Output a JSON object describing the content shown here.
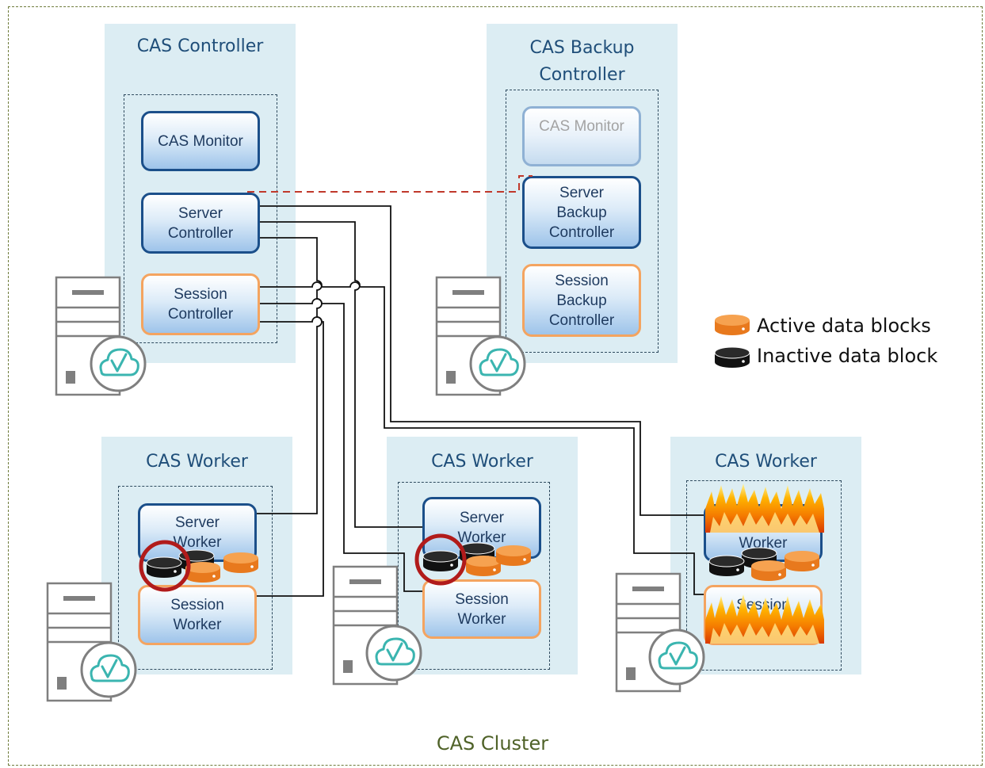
{
  "cluster": {
    "label": "CAS Cluster"
  },
  "controller": {
    "title": "CAS Controller",
    "monitor": "CAS Monitor",
    "server": "Server\nController",
    "session": "Session\nController"
  },
  "backup": {
    "title": "CAS Backup\nController",
    "monitor": "CAS Monitor",
    "server": "Server\nBackup\nController",
    "session": "Session\nBackup\nController"
  },
  "workers": [
    {
      "title": "CAS Worker",
      "server": "Server\nWorker",
      "session": "Session\nWorker",
      "status": "active"
    },
    {
      "title": "CAS Worker",
      "server": "Server\nWorker",
      "session": "Session\nWorker",
      "status": "active"
    },
    {
      "title": "CAS Worker",
      "server": "Server\nWorker",
      "session": "Session\nWorker",
      "status": "failed"
    }
  ],
  "legend": {
    "active": "Active data blocks",
    "inactive": "Inactive data block"
  },
  "colors": {
    "panel": "#dcedf3",
    "server_border": "#1b4f8a",
    "session_border": "#f4a460",
    "active_block": "#e8791d",
    "inactive_block": "#111111",
    "highlight_circle": "#b11b1b",
    "cloud": "#3bb5b0",
    "failover_link": "#c0392b",
    "cluster_border": "#6e7b3a"
  },
  "icons": [
    "server-tower-icon",
    "cloud-check-icon",
    "disk-block-icon",
    "fire-icon"
  ]
}
